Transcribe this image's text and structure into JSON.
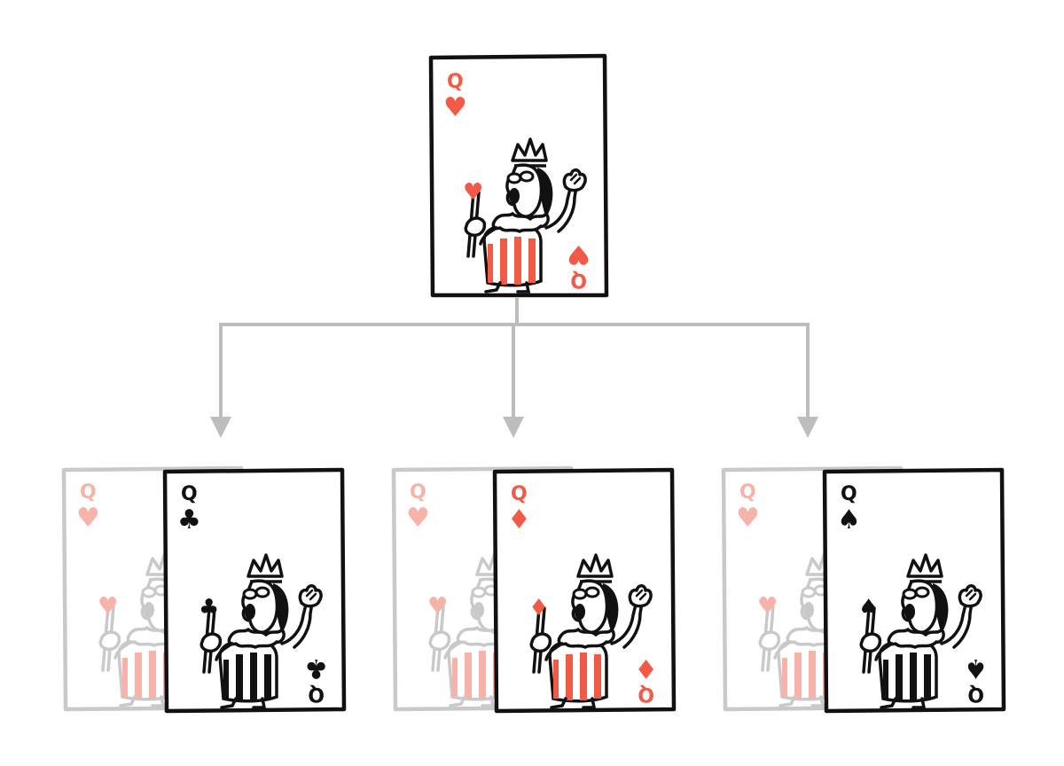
{
  "colors": {
    "ink": "#111111",
    "red": "#f05a47",
    "ghost_gray": "#c9c9c9",
    "ghost_red": "#f7b3aa",
    "connector": "#bdbdbd",
    "card_bg": "#ffffff"
  },
  "source_card": {
    "rank": "Q",
    "suit": "hearts",
    "suit_glyph": "♥",
    "color": "red"
  },
  "variant_cards": [
    {
      "rank": "Q",
      "suit": "clubs",
      "suit_glyph": "♣",
      "color": "black",
      "ghost_rank": "Q",
      "ghost_suit_glyph": "♥"
    },
    {
      "rank": "Q",
      "suit": "diamonds",
      "suit_glyph": "♦",
      "color": "red",
      "ghost_rank": "Q",
      "ghost_suit_glyph": "♥"
    },
    {
      "rank": "Q",
      "suit": "spades",
      "suit_glyph": "♠",
      "color": "black",
      "ghost_rank": "Q",
      "ghost_suit_glyph": "♥"
    }
  ]
}
